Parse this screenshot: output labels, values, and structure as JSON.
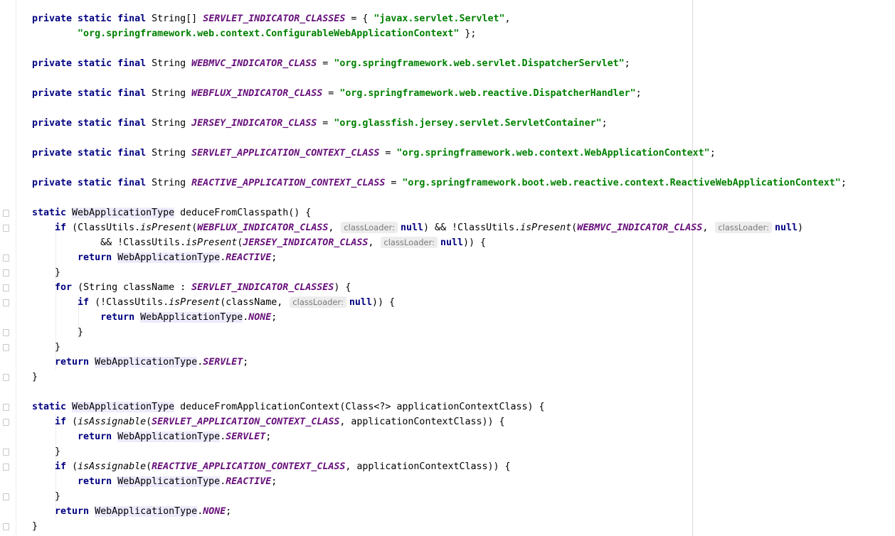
{
  "code": {
    "lines": [
      [
        [
          "kw",
          "private static final "
        ],
        [
          "p",
          "String[] "
        ],
        [
          "const",
          "SERVLET_INDICATOR_CLASSES"
        ],
        [
          "p",
          " = { "
        ],
        [
          "str",
          "\"javax.servlet.Servlet\""
        ],
        [
          "p",
          ","
        ]
      ],
      [
        [
          "p",
          "        "
        ],
        [
          "str",
          "\"org.springframework.web.context.ConfigurableWebApplicationContext\""
        ],
        [
          "p",
          " };"
        ]
      ],
      [],
      [
        [
          "kw",
          "private static final "
        ],
        [
          "p",
          "String "
        ],
        [
          "const",
          "WEBMVC_INDICATOR_CLASS"
        ],
        [
          "p",
          " = "
        ],
        [
          "str",
          "\"org.springframework.web.servlet.DispatcherServlet\""
        ],
        [
          "p",
          ";"
        ]
      ],
      [],
      [
        [
          "kw",
          "private static final "
        ],
        [
          "p",
          "String "
        ],
        [
          "const",
          "WEBFLUX_INDICATOR_CLASS"
        ],
        [
          "p",
          " = "
        ],
        [
          "str",
          "\"org.springframework.web.reactive.DispatcherHandler\""
        ],
        [
          "p",
          ";"
        ]
      ],
      [],
      [
        [
          "kw",
          "private static final "
        ],
        [
          "p",
          "String "
        ],
        [
          "const",
          "JERSEY_INDICATOR_CLASS"
        ],
        [
          "p",
          " = "
        ],
        [
          "str",
          "\"org.glassfish.jersey.servlet.ServletContainer\""
        ],
        [
          "p",
          ";"
        ]
      ],
      [],
      [
        [
          "kw",
          "private static final "
        ],
        [
          "p",
          "String "
        ],
        [
          "const",
          "SERVLET_APPLICATION_CONTEXT_CLASS"
        ],
        [
          "p",
          " = "
        ],
        [
          "str",
          "\"org.springframework.web.context.WebApplicationContext\""
        ],
        [
          "p",
          ";"
        ]
      ],
      [],
      [
        [
          "kw",
          "private static final "
        ],
        [
          "p",
          "String "
        ],
        [
          "const",
          "REACTIVE_APPLICATION_CONTEXT_CLASS"
        ],
        [
          "p",
          " = "
        ],
        [
          "str",
          "\"org.springframework.boot.web.reactive.context.ReactiveWebApplicationContext\""
        ],
        [
          "p",
          ";"
        ]
      ],
      [],
      [
        [
          "kw",
          "static "
        ],
        [
          "type",
          "WebApplicationType"
        ],
        [
          "p",
          " deduceFromClasspath() {"
        ]
      ],
      [
        [
          "p",
          "    "
        ],
        [
          "kw",
          "if "
        ],
        [
          "p",
          "(ClassUtils."
        ],
        [
          "it",
          "isPresent"
        ],
        [
          "p",
          "("
        ],
        [
          "const",
          "WEBFLUX_INDICATOR_CLASS"
        ],
        [
          "p",
          ", "
        ],
        [
          "hint",
          "classLoader:"
        ],
        [
          "kw",
          "null"
        ],
        [
          "p",
          ") && !ClassUtils."
        ],
        [
          "it",
          "isPresent"
        ],
        [
          "p",
          "("
        ],
        [
          "const",
          "WEBMVC_INDICATOR_CLASS"
        ],
        [
          "p",
          ", "
        ],
        [
          "hint",
          "classLoader:"
        ],
        [
          "kw",
          "null"
        ],
        [
          "p",
          ")"
        ]
      ],
      [
        [
          "p",
          "            && !ClassUtils."
        ],
        [
          "it",
          "isPresent"
        ],
        [
          "p",
          "("
        ],
        [
          "const",
          "JERSEY_INDICATOR_CLASS"
        ],
        [
          "p",
          ", "
        ],
        [
          "hint",
          "classLoader:"
        ],
        [
          "kw",
          "null"
        ],
        [
          "p",
          ")) {"
        ]
      ],
      [
        [
          "p",
          "        "
        ],
        [
          "kw",
          "return "
        ],
        [
          "type",
          "WebApplicationType"
        ],
        [
          "p",
          "."
        ],
        [
          "const",
          "REACTIVE"
        ],
        [
          "p",
          ";"
        ]
      ],
      [
        [
          "p",
          "    }"
        ]
      ],
      [
        [
          "p",
          "    "
        ],
        [
          "kw",
          "for "
        ],
        [
          "p",
          "(String className : "
        ],
        [
          "const",
          "SERVLET_INDICATOR_CLASSES"
        ],
        [
          "p",
          ") {"
        ]
      ],
      [
        [
          "p",
          "        "
        ],
        [
          "kw",
          "if "
        ],
        [
          "p",
          "(!ClassUtils."
        ],
        [
          "it",
          "isPresent"
        ],
        [
          "p",
          "(className, "
        ],
        [
          "hint",
          "classLoader:"
        ],
        [
          "kw",
          "null"
        ],
        [
          "p",
          ")) {"
        ]
      ],
      [
        [
          "p",
          "            "
        ],
        [
          "kw",
          "return "
        ],
        [
          "type",
          "WebApplicationType"
        ],
        [
          "p",
          "."
        ],
        [
          "const",
          "NONE"
        ],
        [
          "p",
          ";"
        ]
      ],
      [
        [
          "p",
          "        }"
        ]
      ],
      [
        [
          "p",
          "    }"
        ]
      ],
      [
        [
          "p",
          "    "
        ],
        [
          "kw",
          "return "
        ],
        [
          "type",
          "WebApplicationType"
        ],
        [
          "p",
          "."
        ],
        [
          "const",
          "SERVLET"
        ],
        [
          "p",
          ";"
        ]
      ],
      [
        [
          "p",
          "}"
        ]
      ],
      [],
      [
        [
          "kw",
          "static "
        ],
        [
          "type",
          "WebApplicationType"
        ],
        [
          "p",
          " deduceFromApplicationContext(Class<?> applicationContextClass) {"
        ]
      ],
      [
        [
          "p",
          "    "
        ],
        [
          "kw",
          "if "
        ],
        [
          "p",
          "("
        ],
        [
          "it",
          "isAssignable"
        ],
        [
          "p",
          "("
        ],
        [
          "const",
          "SERVLET_APPLICATION_CONTEXT_CLASS"
        ],
        [
          "p",
          ", applicationContextClass)) {"
        ]
      ],
      [
        [
          "p",
          "        "
        ],
        [
          "kw",
          "return "
        ],
        [
          "type",
          "WebApplicationType"
        ],
        [
          "p",
          "."
        ],
        [
          "const",
          "SERVLET"
        ],
        [
          "p",
          ";"
        ]
      ],
      [
        [
          "p",
          "    }"
        ]
      ],
      [
        [
          "p",
          "    "
        ],
        [
          "kw",
          "if "
        ],
        [
          "p",
          "("
        ],
        [
          "it",
          "isAssignable"
        ],
        [
          "p",
          "("
        ],
        [
          "const",
          "REACTIVE_APPLICATION_CONTEXT_CLASS"
        ],
        [
          "p",
          ", applicationContextClass)) {"
        ]
      ],
      [
        [
          "p",
          "        "
        ],
        [
          "kw",
          "return "
        ],
        [
          "type",
          "WebApplicationType"
        ],
        [
          "p",
          "."
        ],
        [
          "const",
          "REACTIVE"
        ],
        [
          "p",
          ";"
        ]
      ],
      [
        [
          "p",
          "    }"
        ]
      ],
      [
        [
          "p",
          "    "
        ],
        [
          "kw",
          "return "
        ],
        [
          "type",
          "WebApplicationType"
        ],
        [
          "p",
          "."
        ],
        [
          "const",
          "NONE"
        ],
        [
          "p",
          ";"
        ]
      ],
      [
        [
          "p",
          "}"
        ]
      ]
    ]
  }
}
